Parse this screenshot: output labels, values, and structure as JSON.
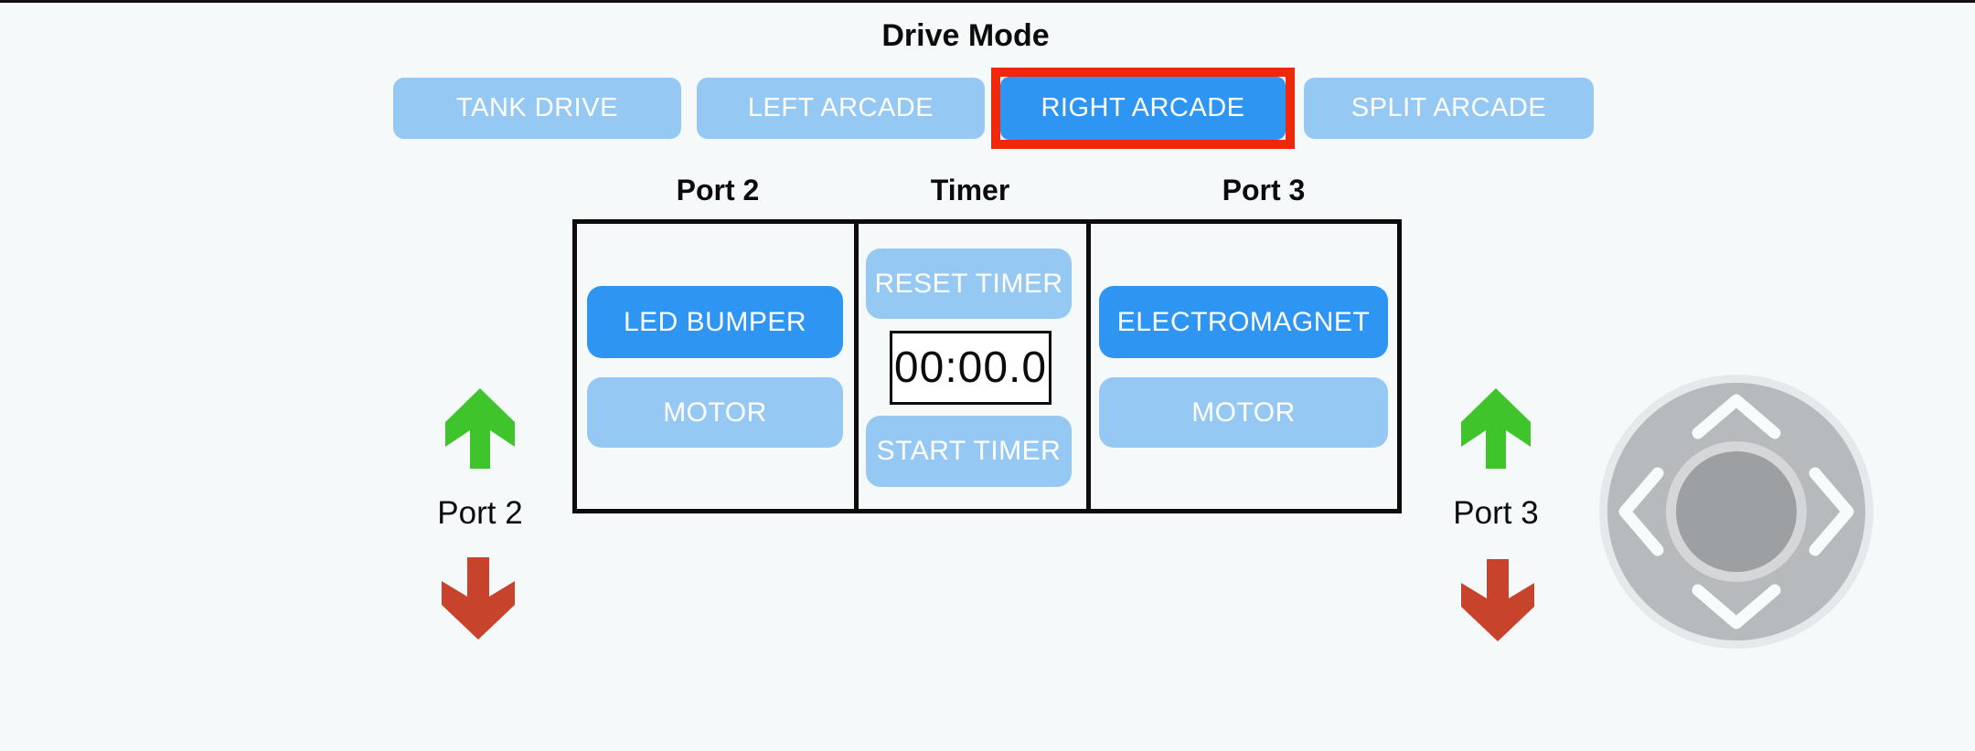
{
  "page": {
    "title": "Drive Mode"
  },
  "drive_modes": {
    "buttons": [
      {
        "label": "TANK DRIVE",
        "active": false
      },
      {
        "label": "LEFT ARCADE",
        "active": false
      },
      {
        "label": "RIGHT ARCADE",
        "active": true,
        "highlighted": true
      },
      {
        "label": "SPLIT ARCADE",
        "active": false
      }
    ]
  },
  "panel": {
    "headers": [
      {
        "label": "Port 2"
      },
      {
        "label": "Timer"
      },
      {
        "label": "Port 3"
      }
    ],
    "port2": {
      "device_button": {
        "label": "LED BUMPER",
        "active": true
      },
      "motor_button": {
        "label": "MOTOR",
        "active": false
      }
    },
    "timer": {
      "reset_label": "RESET TIMER",
      "display": "00:00.0",
      "start_label": "START TIMER"
    },
    "port3": {
      "device_button": {
        "label": "ELECTROMAGNET",
        "active": true
      },
      "motor_button": {
        "label": "MOTOR",
        "active": false
      }
    }
  },
  "indicators": {
    "left": {
      "label": "Port 2"
    },
    "right": {
      "label": "Port 3"
    }
  },
  "icons": {
    "port_up": "green-up-arrow",
    "port_down": "red-down-arrow",
    "joystick": "four-direction-pad"
  },
  "colors": {
    "page-bg": "#F5F9FA",
    "accent-blue": "#2E95F3",
    "inactive-blue": "#96C8F4",
    "highlight-red": "#EF280C",
    "arrow-green": "#3FC52B",
    "arrow-red": "#C8432B",
    "joy-outer": "#B7BABC",
    "joy-halo": "#E4EAEC",
    "joy-ring": "#D4D6D7",
    "joy-knob": "#9DA0A2",
    "joy-chevron": "#F8FBFC"
  }
}
